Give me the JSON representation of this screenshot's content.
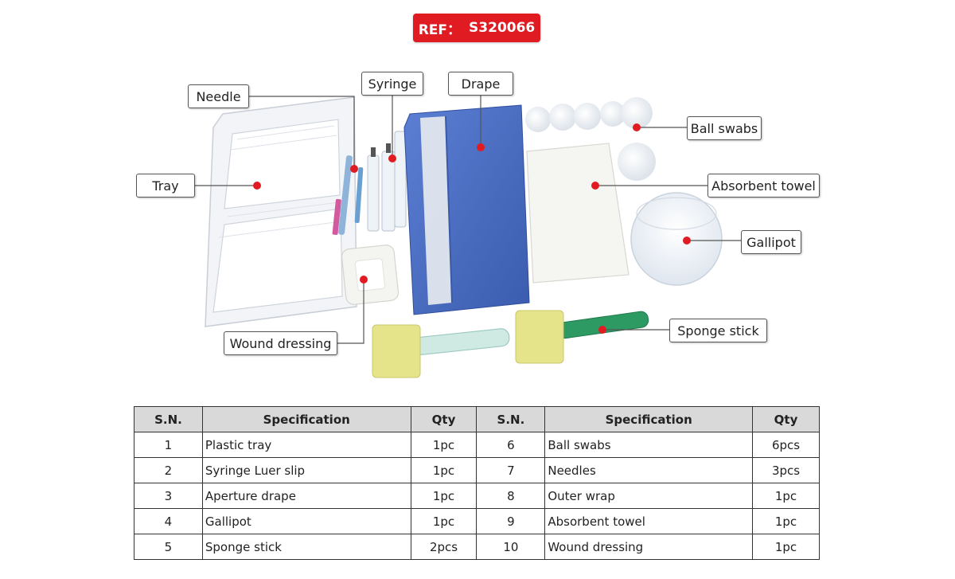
{
  "ref": {
    "label": "REF：",
    "code": "S320066",
    "color": "#e11b22"
  },
  "callouts": {
    "needle": "Needle",
    "syringe": "Syringe",
    "drape": "Drape",
    "ball_swabs": "Ball swabs",
    "tray": "Tray",
    "absorbent_towel": "Absorbent towel",
    "gallipot": "Gallipot",
    "wound_dressing": "Wound dressing",
    "sponge_stick": "Sponge stick"
  },
  "colors": {
    "marker": "#e11b22",
    "drape": "#4b6fc4",
    "sponge": "#e6e48a",
    "stick_green": "#2e9a63"
  },
  "table": {
    "headers": [
      "S.N.",
      "Specification",
      "Qty",
      "S.N.",
      "Specification",
      "Qty"
    ],
    "rows": [
      [
        "1",
        "Plastic tray",
        "1pc",
        "6",
        "Ball swabs",
        "6pcs"
      ],
      [
        "2",
        "Syringe Luer slip",
        "1pc",
        "7",
        "Needles",
        "3pcs"
      ],
      [
        "3",
        "Aperture drape",
        "1pc",
        "8",
        "Outer wrap",
        "1pc"
      ],
      [
        "4",
        "Gallipot",
        "1pc",
        "9",
        "Absorbent towel",
        "1pc"
      ],
      [
        "5",
        "Sponge stick",
        "2pcs",
        "10",
        "Wound dressing",
        "1pc"
      ]
    ]
  }
}
